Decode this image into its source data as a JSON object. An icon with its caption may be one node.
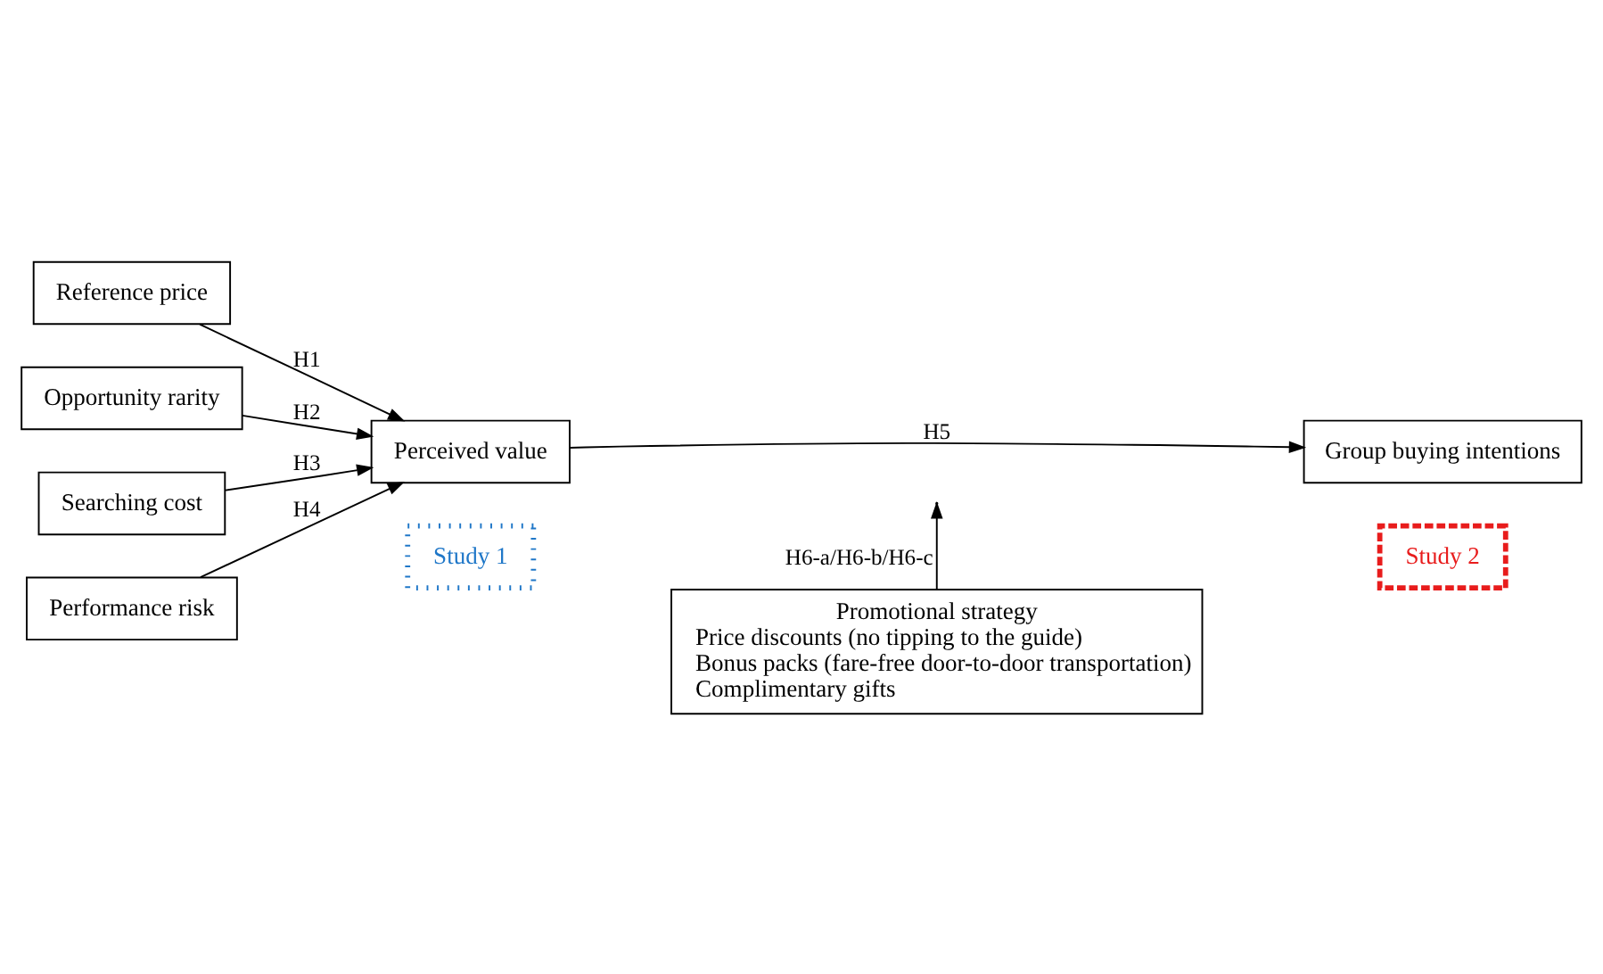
{
  "diagram": {
    "nodes": [
      {
        "text": [
          "Study 1"
        ]
      },
      {
        "text": [
          "Study 2"
        ]
      },
      {
        "text": [
          "Reference price"
        ]
      },
      {
        "text": [
          "Opportunity rarity"
        ]
      },
      {
        "text": [
          "Searching cost"
        ]
      },
      {
        "text": [
          "Performance risk"
        ]
      },
      {
        "text": [
          "Perceived value"
        ]
      },
      {
        "text": [
          "Group buying intentions"
        ]
      },
      {
        "text": [
          "Promotional strategy",
          "Price discounts (no tipping to the guide)",
          "Bonus packs (fare-free door-to-door transportation)",
          "Complimentary gifts"
        ]
      }
    ],
    "edges": [
      {
        "from": 2,
        "to": 6,
        "arrow": "to",
        "label": "H1"
      },
      {
        "from": 3,
        "to": 6,
        "arrow": "to",
        "label": "H2"
      },
      {
        "from": 4,
        "to": 6,
        "arrow": "to",
        "label": "H3"
      },
      {
        "from": 5,
        "to": 6,
        "arrow": "to",
        "label": "H4"
      },
      {
        "from": 6,
        "to": 7,
        "arrow": "to",
        "label": "H5"
      },
      {
        "from": 8,
        "to": null,
        "arrow": "to",
        "label": "H6-a/H6-b/H6-c"
      }
    ]
  }
}
